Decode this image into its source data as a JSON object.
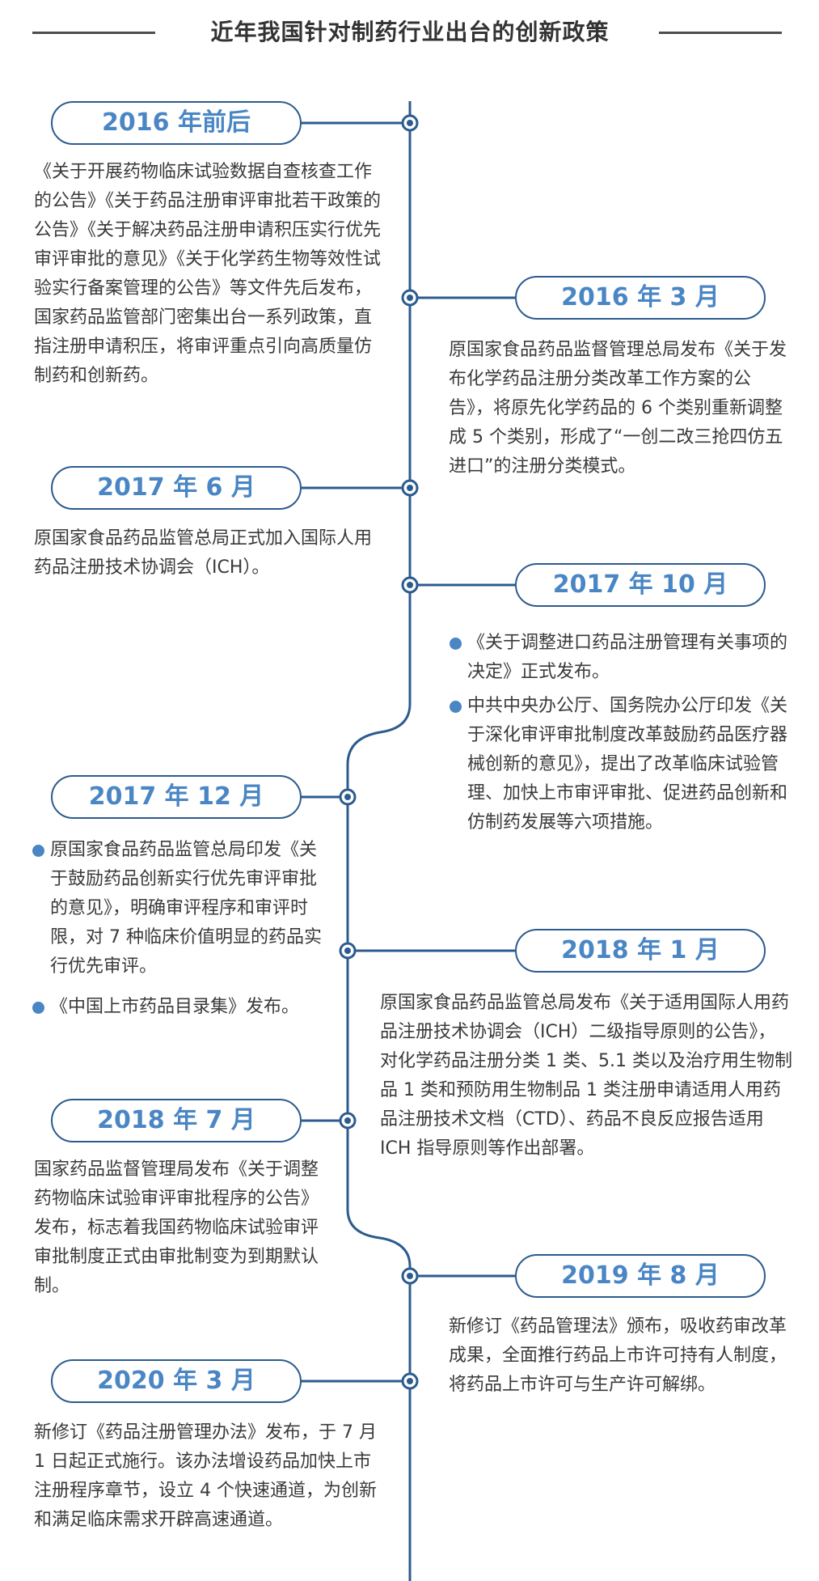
{
  "title": "近年我国针对制药行业出台的创新政策",
  "colors": {
    "line": "#2c5b8e",
    "pill_text": "#4a86c4",
    "bullet": "#4a86c4",
    "text": "#3a3a3a"
  },
  "events": [
    {
      "date": "2016 年前后",
      "side": "left",
      "text": "《关于开展药物临床试验数据自查核查工作的公告》《关于药品注册审评审批若干政策的公告》《关于解决药品注册申请积压实行优先审评审批的意见》《关于化学药生物等效性试验实行备案管理的公告》等文件先后发布，国家药品监管部门密集出台一系列政策，直指注册申请积压，将审评重点引向高质量仿制药和创新药。"
    },
    {
      "date": "2016 年 3 月",
      "side": "right",
      "text": "原国家食品药品监督管理总局发布《关于发布化学药品注册分类改革工作方案的公告》，将原先化学药品的 6 个类别重新调整成 5 个类别，形成了“一创二改三抢四仿五进口”的注册分类模式。"
    },
    {
      "date": "2017 年 6 月",
      "side": "left",
      "text": "原国家食品药品监管总局正式加入国际人用药品注册技术协调会（ICH）。"
    },
    {
      "date": "2017 年 10 月",
      "side": "right",
      "bullets": [
        "《关于调整进口药品注册管理有关事项的决定》正式发布。",
        "中共中央办公厅、国务院办公厅印发《关于深化审评审批制度改革鼓励药品医疗器械创新的意见》，提出了改革临床试验管理、加快上市审评审批、促进药品创新和仿制药发展等六项措施。"
      ]
    },
    {
      "date": "2017 年 12 月",
      "side": "left",
      "bullets": [
        "原国家食品药品监管总局印发《关于鼓励药品创新实行优先审评审批的意见》，明确审评程序和审评时限，对 7 种临床价值明显的药品实行优先审评。",
        "《中国上市药品目录集》发布。"
      ]
    },
    {
      "date": "2018 年 1 月",
      "side": "right",
      "text": "原国家食品药品监管总局发布《关于适用国际人用药品注册技术协调会（ICH）二级指导原则的公告》，对化学药品注册分类 1 类、5.1 类以及治疗用生物制品 1 类和预防用生物制品 1 类注册申请适用人用药品注册技术文档（CTD）、药品不良反应报告适用ICH 指导原则等作出部署。"
    },
    {
      "date": "2018 年 7 月",
      "side": "left",
      "text": "国家药品监督管理局发布《关于调整药物临床试验审评审批程序的公告》发布，标志着我国药物临床试验审评审批制度正式由审批制变为到期默认制。"
    },
    {
      "date": "2019 年 8 月",
      "side": "right",
      "text": "新修订《药品管理法》颁布，吸收药审改革成果，全面推行药品上市许可持有人制度，将药品上市许可与生产许可解绑。"
    },
    {
      "date": "2020 年 3 月",
      "side": "left",
      "text": "新修订《药品注册管理办法》发布，于 7 月 1 日起正式施行。该办法增设药品加快上市注册程序章节，设立 4 个快速通道，为创新和满足临床需求开辟高速通道。"
    }
  ]
}
